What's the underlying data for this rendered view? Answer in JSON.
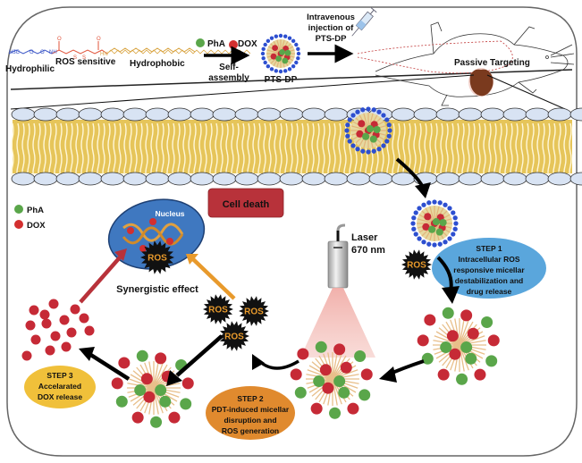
{
  "molecule": {
    "formula_hint": "H3C-O-(PEG)-NH-C(=O)-S-C(CH3)2-S-C(=O)-NH-(CH2)n",
    "segments": [
      {
        "label": "Hydrophilic",
        "color": "#3a55c7"
      },
      {
        "label": "ROS sensitive",
        "color": "#e0533a"
      },
      {
        "label": "Hydrophobic",
        "color": "#d9a441"
      }
    ],
    "atom_labels": [
      "H3C",
      "O",
      "O",
      "NH",
      "O",
      "S",
      "S",
      "O",
      "HN"
    ]
  },
  "assembly": {
    "pha_label": "PhA",
    "dox_label": "DOX",
    "arrow_label_line1": "Self-",
    "arrow_label_line2": "assembly",
    "micelle_label": "PTS-DP"
  },
  "injection": {
    "line1": "Intravenous",
    "line2": "injection of",
    "line3": "PTS-DP"
  },
  "mouse": {
    "targeting_label": "Passive Targeting"
  },
  "legend": {
    "items": [
      {
        "label": "PhA",
        "color": "#5aa64a"
      },
      {
        "label": "DOX",
        "color": "#d32f2f"
      }
    ]
  },
  "cell": {
    "cell_death_label": "Cell death",
    "nucleus_label": "Nucleus",
    "synergy_label": "Synergistic effect",
    "ros_label": "ROS"
  },
  "laser": {
    "line1": "Laser",
    "line2": "670 nm"
  },
  "steps": [
    {
      "title": "STEP 1",
      "lines": [
        "Intracellular ROS",
        "responsive micellar",
        "destabilization and",
        "drug release"
      ],
      "color": "#5aa6dc"
    },
    {
      "title": "STEP 2",
      "lines": [
        "PDT-induced micellar",
        "disruption and",
        "ROS generation"
      ],
      "color": "#e08a2e"
    },
    {
      "title": "STEP 3",
      "lines": [
        "Accelarated",
        "DOX release"
      ],
      "color": "#f0c03a"
    }
  ],
  "colors": {
    "pha": "#5aa64a",
    "dox": "#c62a36",
    "shell": "#2d4fd0",
    "lipid_head": "#d8e3f3",
    "lipid_tail": "#e6c55a",
    "nucleus": "#3f78c0",
    "cell_death_box": "#b8323a",
    "laser_beam": "#f2b5b0",
    "ros_star": "#111111"
  }
}
